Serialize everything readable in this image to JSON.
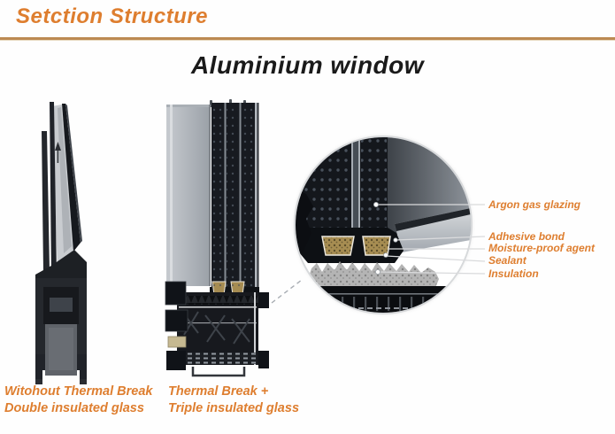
{
  "header": {
    "title": "Setction Structure"
  },
  "main": {
    "title": "Aluminium window"
  },
  "profiles": {
    "left_caption": {
      "line1": "Witohout Thermal Break",
      "line2": "Double insulated glass"
    },
    "middle_caption": {
      "line1": "Thermal Break +",
      "line2": "Triple insulated glass"
    }
  },
  "callouts": {
    "items": [
      {
        "label": "Argon gas glazing"
      },
      {
        "label": "Adhesive bond"
      },
      {
        "label": "Moisture-proof agent"
      },
      {
        "label": "Sealant"
      },
      {
        "label": "Insulation"
      }
    ]
  },
  "colors": {
    "accent_orange": "#de7e2f",
    "rule_tan": "#bc8a52",
    "title_black": "#1a1a1a"
  }
}
